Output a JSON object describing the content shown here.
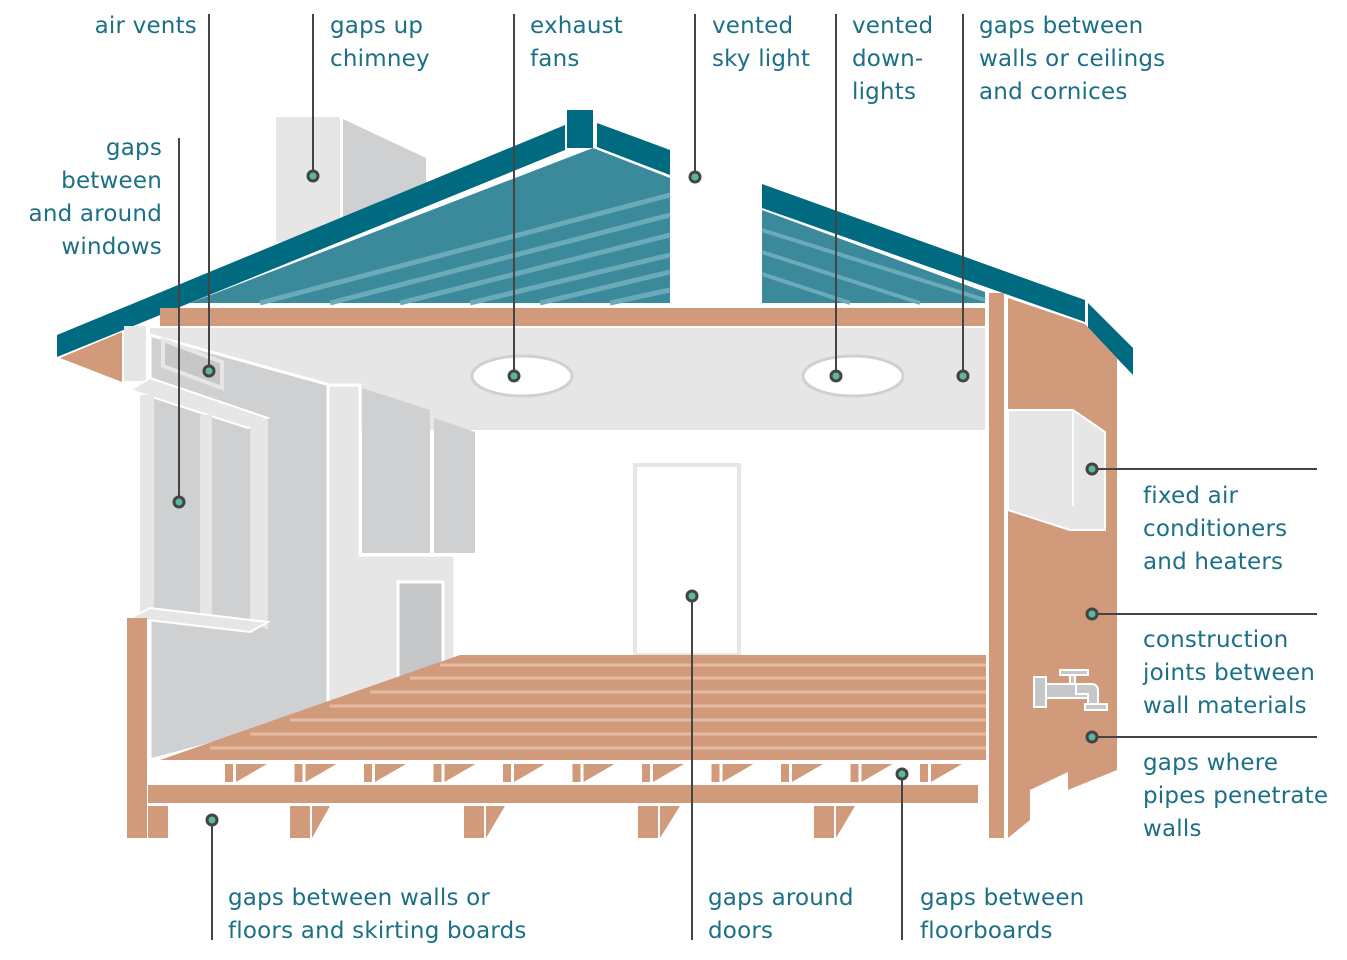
{
  "colors": {
    "label_text": "#1b6f86",
    "roof_dark": "#006a80",
    "roof_face": "#3a8a9c",
    "roof_stripe": "#6aaab9",
    "timber": "#d19a7a",
    "light_grey": "#e6e6e6",
    "mid_grey": "#cfd0d2",
    "leader": "#444444",
    "marker": "#5ab8a0"
  },
  "labels": {
    "air_vents": "air vents",
    "chimney": "gaps up\nchimney",
    "exhaust_fans": "exhaust\nfans",
    "sky_light": "vented\nsky light",
    "downlights": "vented\ndown-\nlights",
    "cornices": "gaps between\nwalls or ceilings\nand cornices",
    "windows": "gaps between\nand around\nwindows",
    "air_conditioners": "fixed air\nconditioners\nand heaters",
    "construction_joints": "construction\njoints between\nwall materials",
    "pipes": "gaps where\npipes penetrate\nwalls",
    "skirting": "gaps between walls or\nfloors and skirting boards",
    "doors": "gaps around\ndoors",
    "floorboards": "gaps between\nfloorboards"
  }
}
